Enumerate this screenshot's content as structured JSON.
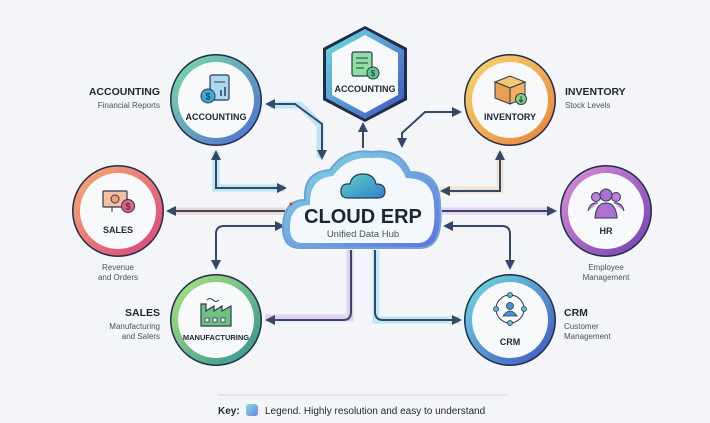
{
  "hub": {
    "title": "CLOUD ERP",
    "subtitle": "Unified Data Hub"
  },
  "nodes": {
    "accounting_top": {
      "label": "ACCOUNTING",
      "icon": "document-dollar-icon"
    },
    "accounting": {
      "label": "ACCOUNTING",
      "side_title": "ACCOUNTING",
      "side_sub": [
        "Financial Reports"
      ],
      "icon": "report-dollar-icon"
    },
    "inventory": {
      "label": "INVENTORY",
      "side_title": "INVENTORY",
      "side_sub": [
        "Stock Levels"
      ],
      "icon": "box-icon"
    },
    "sales": {
      "label": "SALES",
      "side_sub": [
        "Revenue",
        "and Orders"
      ],
      "icon": "money-monitor-icon"
    },
    "hr": {
      "label": "HR",
      "side_sub": [
        "Employee",
        "Management"
      ],
      "icon": "people-icon"
    },
    "manufacturing": {
      "label": "MANUFACTURING",
      "side_title": "SALES",
      "side_sub": [
        "Manufacturing",
        "and Salers"
      ],
      "icon": "factory-icon"
    },
    "crm": {
      "label": "CRM",
      "side_title": "CRM",
      "side_sub": [
        "Customer",
        "Management"
      ],
      "icon": "network-people-icon"
    }
  },
  "key": {
    "label": "Key:",
    "text": "Legend.  Highly resolution and easy to understand"
  },
  "colors": {
    "arrow": "#34496a",
    "accounting": "#5fd19a",
    "inventory": "#f0a040",
    "sales": "#e0506a",
    "hr": "#a060c8",
    "manufacturing": "#60c080",
    "crm": "#4a80d0",
    "hub": "#6ac0e0"
  }
}
